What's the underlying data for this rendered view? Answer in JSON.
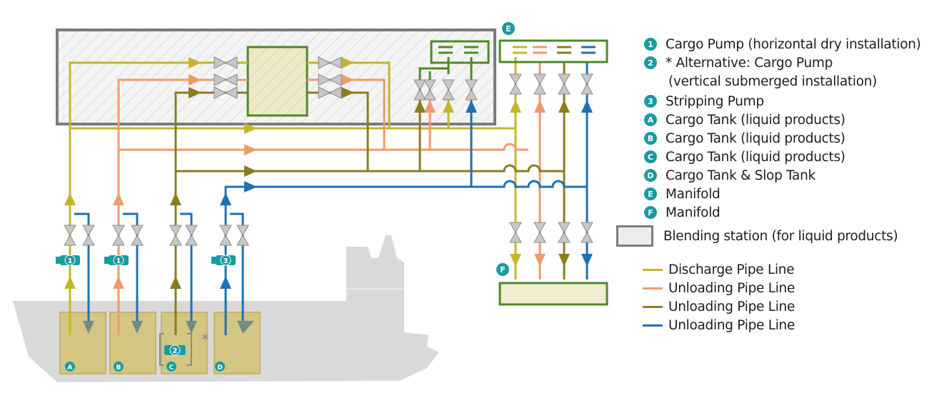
{
  "colors": {
    "discharge": "#c7b42b",
    "unloading_orange": "#ee9a6c",
    "unloading_olive": "#8b7c1f",
    "unloading_blue": "#1d71b4",
    "manifold_green": "#4b8a26",
    "manifold_fill": "#f2ecd2",
    "tank_fill": "#d4c682",
    "hull": "#d9d9d9",
    "pump": "#1a9aa1",
    "valve": "#c8c8c8",
    "station_border": "#7b7b7b"
  },
  "diagram": {
    "manifold_top_label": "E",
    "manifold_bottom_label": "F",
    "pumps": [
      "1",
      "1",
      "2",
      "3"
    ],
    "tanks": [
      "A",
      "B",
      "C",
      "D"
    ],
    "alternative_mark": "*"
  },
  "legend": [
    {
      "badge": "1",
      "text": "Cargo Pump (horizontal dry installation)"
    },
    {
      "badge": "2",
      "text": "* Alternative: Cargo Pump"
    },
    {
      "badge": "",
      "text": "(vertical submerged installation)"
    },
    {
      "badge": "3",
      "text": "Stripping Pump"
    },
    {
      "badge": "A",
      "text": "Cargo Tank (liquid products)"
    },
    {
      "badge": "B",
      "text": "Cargo Tank (liquid products)"
    },
    {
      "badge": "C",
      "text": "Cargo Tank (liquid products)"
    },
    {
      "badge": "D",
      "text": "Cargo Tank & Slop Tank"
    },
    {
      "badge": "E",
      "text": "Manifold"
    },
    {
      "badge": "F",
      "text": "Manifold"
    }
  ],
  "blending_legend": {
    "text": "Blending station (for liquid products)"
  },
  "line_legend": [
    {
      "color": "#c7b42b",
      "text": "Discharge Pipe Line"
    },
    {
      "color": "#ee9a6c",
      "text": "Unloading Pipe Line"
    },
    {
      "color": "#8b7c1f",
      "text": "Unloading Pipe Line"
    },
    {
      "color": "#1d71b4",
      "text": "Unloading Pipe Line"
    }
  ]
}
